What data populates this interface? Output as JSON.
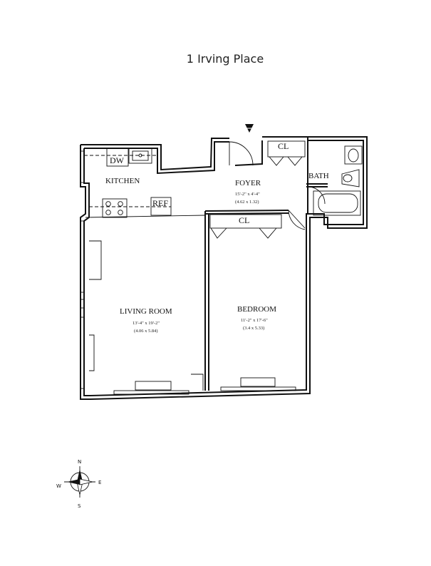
{
  "title": "1 Irving Place",
  "rooms": {
    "kitchen": {
      "name": "KITCHEN"
    },
    "foyer": {
      "name": "FOYER",
      "dim_ft": "15'-2\" x 4'-4\"",
      "dim_m": "(4.62 x 1.32)"
    },
    "bath": {
      "name": "BATH"
    },
    "living": {
      "name": "LIVING ROOM",
      "dim_ft": "13'-4\" x 19'-2\"",
      "dim_m": "(4.06 x 5.84)"
    },
    "bedroom": {
      "name": "BEDROOM",
      "dim_ft": "11'-2\" x 17'-6\"",
      "dim_m": "(3.4 x 5.33)"
    }
  },
  "fixtures": {
    "dishwasher": "DW",
    "refrigerator": "REF",
    "closet_entry": "CL",
    "closet_bedroom": "CL"
  },
  "compass": {
    "n": "N",
    "s": "S",
    "e": "E",
    "w": "W"
  }
}
